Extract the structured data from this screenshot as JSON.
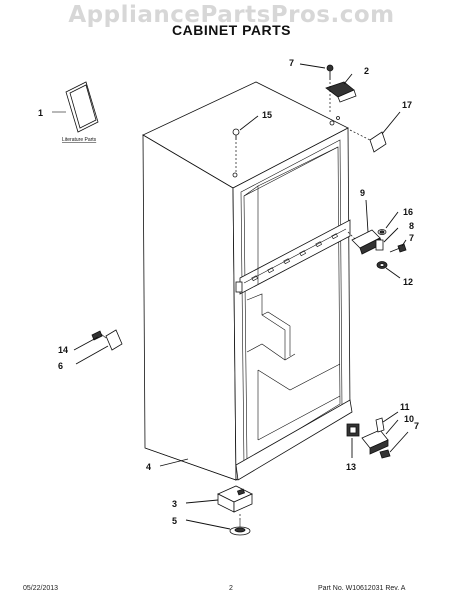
{
  "watermark": "AppliancePartsPros.com",
  "title": "CABINET PARTS",
  "literature_label": "Literature Parts",
  "callouts": {
    "c1": "1",
    "c2": "2",
    "c3": "3",
    "c4": "4",
    "c5": "5",
    "c6": "6",
    "c7a": "7",
    "c7b": "7",
    "c7c": "7",
    "c8": "8",
    "c9": "9",
    "c10": "10",
    "c11": "11",
    "c12": "12",
    "c13": "13",
    "c14": "14",
    "c15": "15",
    "c16": "16",
    "c17": "17"
  },
  "footer": {
    "date": "05/22/2013",
    "page": "2",
    "part_no": "Part No.  W10612031  Rev.  A"
  }
}
